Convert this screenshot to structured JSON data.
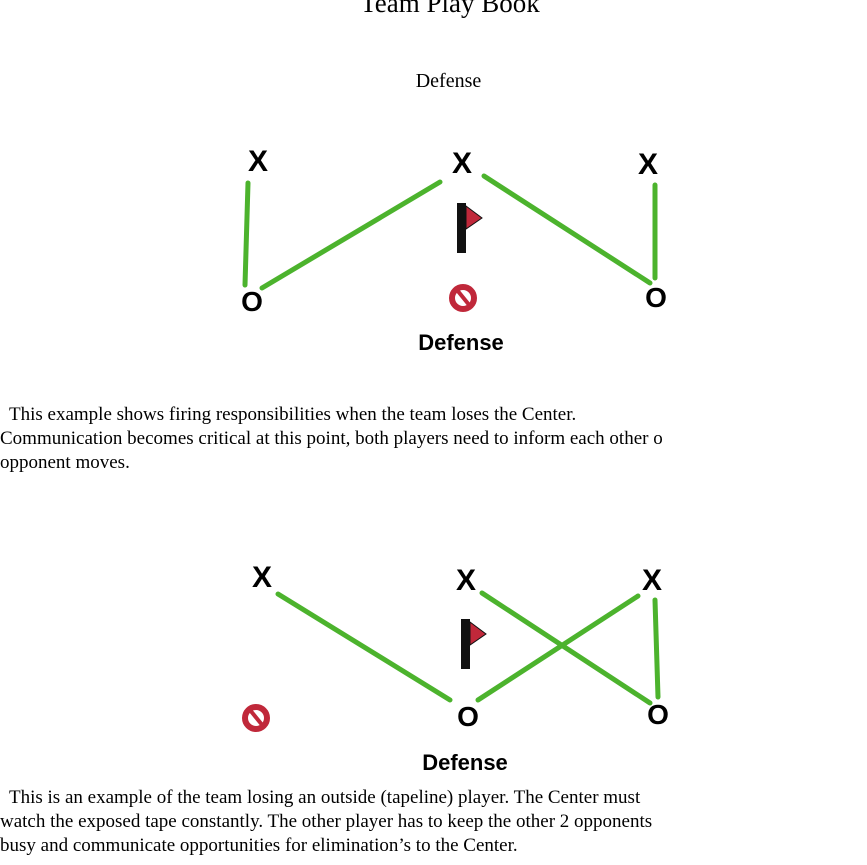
{
  "document": {
    "title": "Team Play Book",
    "subtitle": "Defense"
  },
  "diagram_1": {
    "label": "Defense",
    "symbols": {
      "attacker": "X",
      "defender": "O",
      "eliminated": "eliminated-player-icon",
      "flag": "flag-icon"
    },
    "colors": {
      "lane": "#4cb32d",
      "flag_red": "#c0283a",
      "flag_pole": "#111111",
      "eliminated": "#c0283a"
    }
  },
  "paragraph_1": {
    "lines": [
      "This example shows firing responsibilities when the team loses the Center.",
      "Communication becomes critical at this point, both players need to inform each other o",
      "opponent moves."
    ]
  },
  "diagram_2": {
    "label": "Defense",
    "symbols": {
      "attacker": "X",
      "defender": "O",
      "eliminated": "eliminated-player-icon",
      "flag": "flag-icon"
    }
  },
  "paragraph_2": {
    "lines": [
      "This is an example of the team losing an outside (tapeline) player.  The Center must",
      "watch the exposed tape constantly.  The other player has to keep the other 2 opponents",
      "busy and communicate opportunities for elimination’s to the Center."
    ]
  }
}
